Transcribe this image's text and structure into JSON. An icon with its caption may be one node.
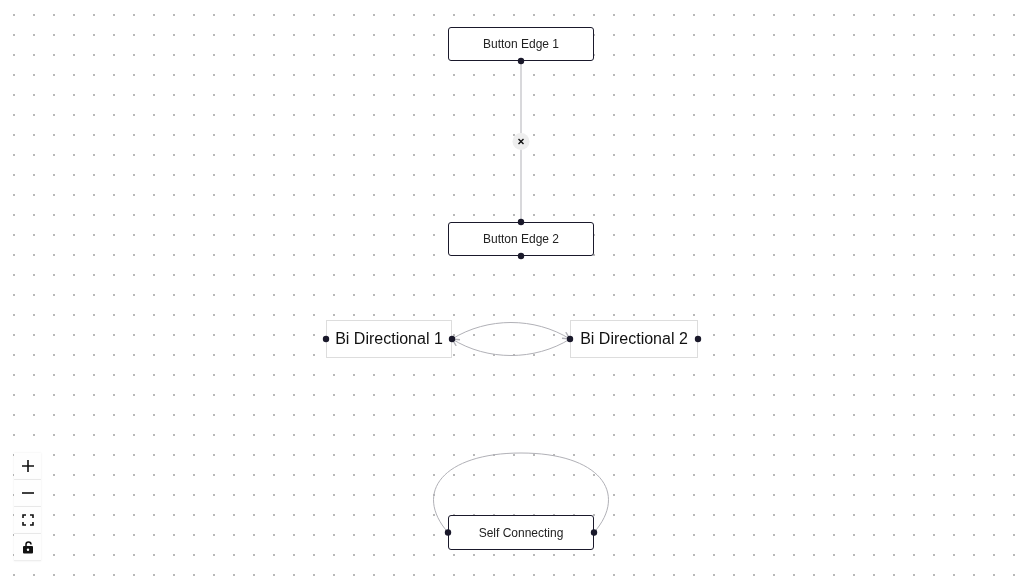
{
  "diagram": {
    "nodes": [
      {
        "text": [
          "Button Edge 1"
        ]
      },
      {
        "text": [
          "Button Edge 2"
        ]
      },
      {
        "text": [
          "Bi Directional 1"
        ]
      },
      {
        "text": [
          "Bi Directional 2"
        ]
      },
      {
        "text": [
          "Self Connecting"
        ]
      }
    ],
    "edges": [
      {
        "from": 0,
        "to": 1,
        "arrow": "none"
      },
      {
        "from": 2,
        "to": 3,
        "arrow": "to"
      },
      {
        "from": 3,
        "to": 2,
        "arrow": "to"
      },
      {
        "from": 4,
        "to": 4,
        "arrow": "none"
      }
    ]
  }
}
